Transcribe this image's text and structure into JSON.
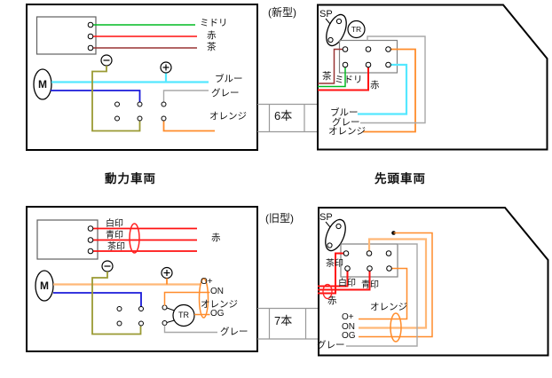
{
  "header": {
    "new_type": "(新型)",
    "old_type": "(旧型)"
  },
  "captions": {
    "power_car": "動力車両",
    "lead_car": "先頭車両"
  },
  "connector_new": {
    "label": "6本"
  },
  "connector_old": {
    "label": "7本"
  },
  "power_new": {
    "motor": "M",
    "green": "ミドリ",
    "red": "赤",
    "brown": "茶",
    "blue": "ブルー",
    "gray": "グレー",
    "orange": "オレンジ"
  },
  "lead_new": {
    "speaker": "SP",
    "transformer": "TR",
    "brown": "茶",
    "green": "ミドリ",
    "red": "赤",
    "blue": "ブルー",
    "gray": "グレー",
    "orange": "オレンジ"
  },
  "power_old": {
    "motor": "M",
    "transformer": "TR",
    "white_mark": "白印",
    "blue_mark": "青印",
    "brown_mark": "茶印",
    "red": "赤",
    "o_plus": "O+",
    "o_n": "ON",
    "o_g": "OG",
    "orange": "オレンジ",
    "gray": "グレー"
  },
  "lead_old": {
    "speaker": "SP",
    "brown_mark": "茶印",
    "white_mark": "白印",
    "blue_mark": "青印",
    "red": "赤",
    "orange": "オレンジ",
    "o_plus": "O+",
    "o_n": "ON",
    "o_g": "OG",
    "gray": "グレー"
  },
  "colors": {
    "wire_green": "#00bb22",
    "wire_red": "#ff1111",
    "wire_brown": "#993333",
    "wire_cyan": "#55e8ff",
    "wire_blue": "#1a1ad9",
    "wire_gray": "#a8a8a8",
    "wire_orange": "#ff8c2b",
    "wire_orange_light": "#ffb877",
    "wire_olive": "#9a9a33",
    "bundle_red": "#ff2222",
    "panel_gray": "#808080",
    "outline": "#000000"
  }
}
